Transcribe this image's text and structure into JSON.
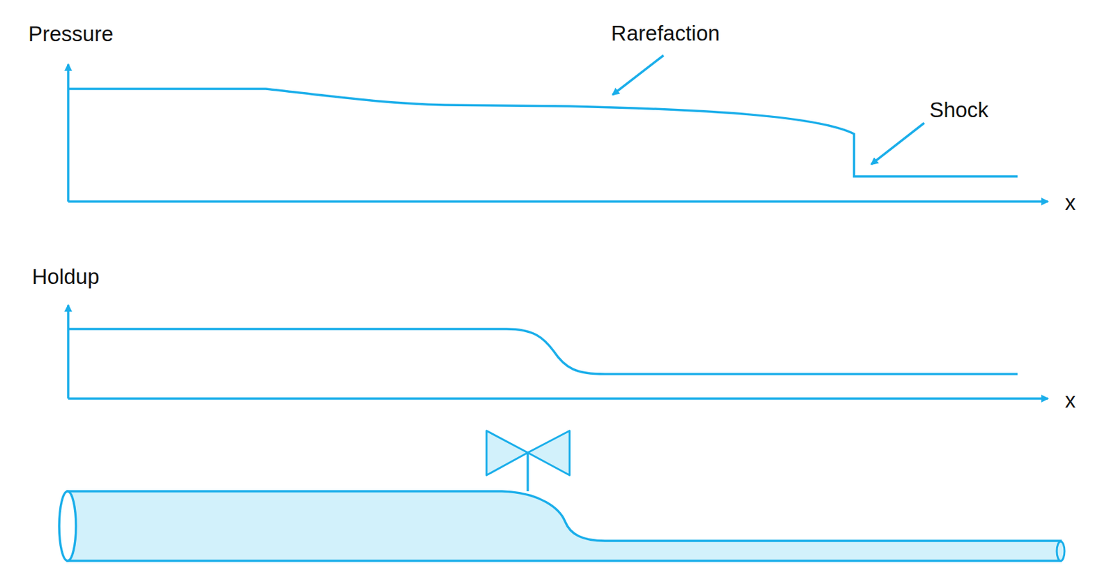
{
  "diagram": {
    "labels": [
      "Pressure",
      "Rarefaction",
      "Shock",
      "x",
      "Holdup",
      "x"
    ]
  }
}
